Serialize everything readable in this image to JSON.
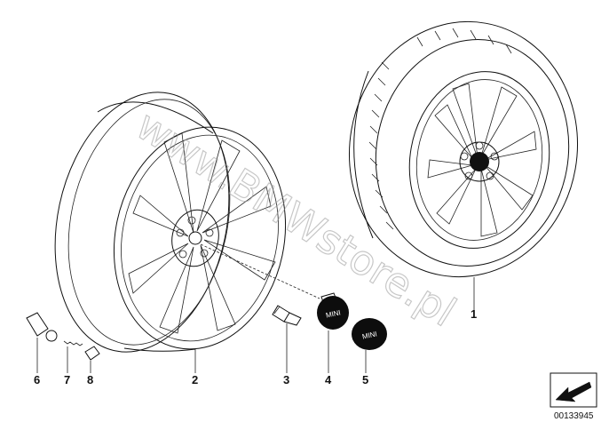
{
  "watermark": "www.BMWstore.pl",
  "badge_text": "MINI",
  "diagram_id": "00133945",
  "callouts": [
    "1",
    "2",
    "3",
    "4",
    "5",
    "6",
    "7",
    "8"
  ],
  "colors": {
    "ink": "#111111",
    "badge": "#0d0d0d",
    "watermark": "#9a9a9a"
  },
  "icons": {
    "corner": "arrow-icon"
  }
}
